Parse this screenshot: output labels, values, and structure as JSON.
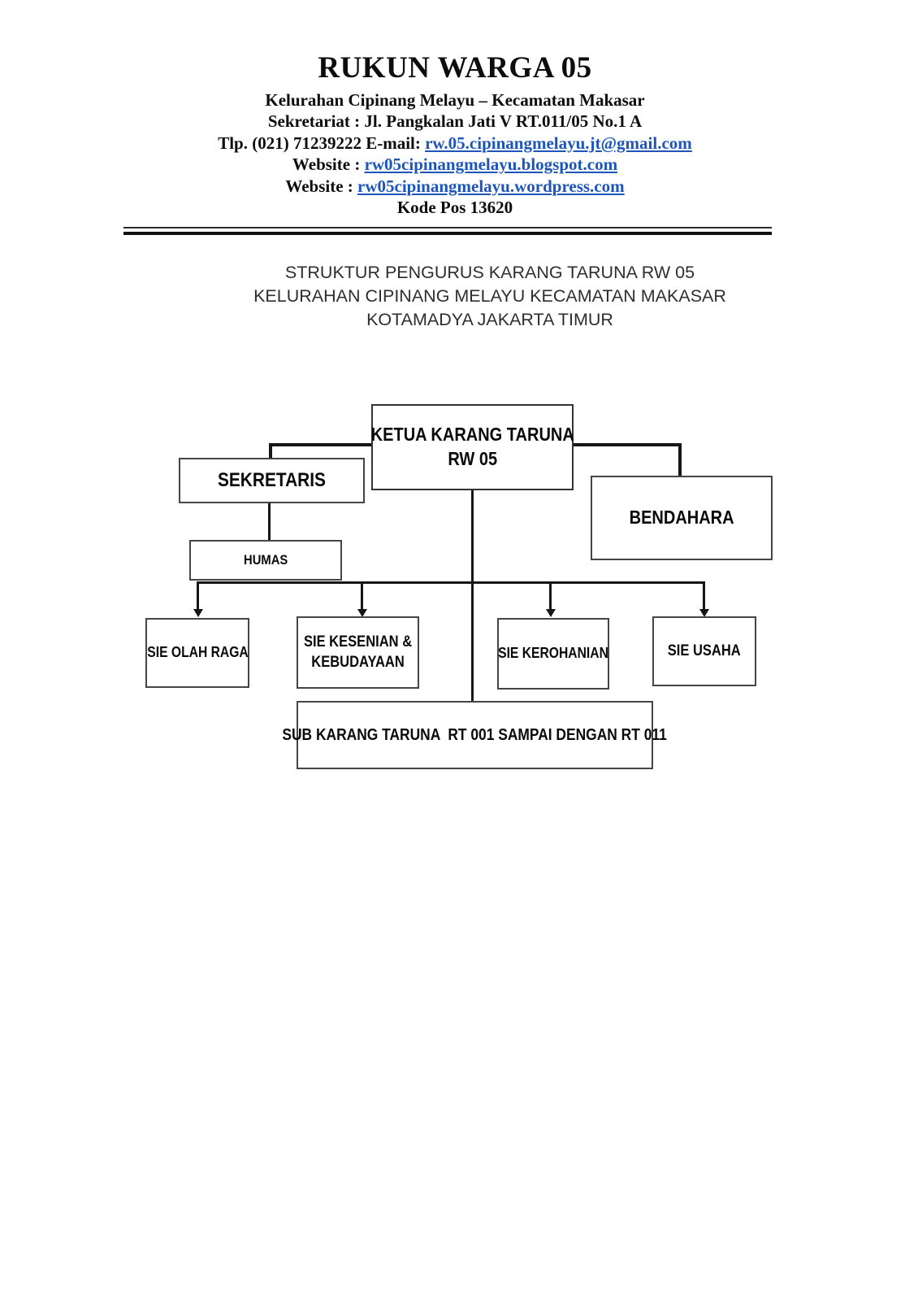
{
  "header": {
    "org_name": "RUKUN WARGA 05",
    "line_kelurahan": "Kelurahan Cipinang Melayu – Kecamatan Makasar",
    "line_sekretariat": "Sekretariat : Jl. Pangkalan Jati V RT.011/05 No.1 A",
    "phone_prefix": "Tlp. (021) 71239222 E-mail: ",
    "email_link": "rw.05.cipinangmelayu.jt@gmail.com",
    "website1_prefix": "Website : ",
    "website1_link": "rw05cipinangmelayu.blogspot.com",
    "website2_prefix": "Website : ",
    "website2_link": "rw05cipinangmelayu.wordpress.com",
    "line_kodepos": "Kode Pos 13620",
    "link_color": "#1d56b8"
  },
  "title_block": {
    "line1": "STRUKTUR PENGURUS KARANG TARUNA RW 05",
    "line2": "KELURAHAN CIPINANG MELAYU KECAMATAN MAKASAR",
    "line3": "KOTAMADYA JAKARTA TIMUR"
  },
  "org_chart": {
    "nodes": {
      "ketua": {
        "label": "KETUA KARANG TARUNA\nRW 05"
      },
      "sekretaris": {
        "label": "SEKRETARIS"
      },
      "bendahara": {
        "label": "BENDAHARA"
      },
      "humas": {
        "label": "HUMAS"
      },
      "sie_olah_raga": {
        "label": "SIE OLAH RAGA"
      },
      "sie_kesenian": {
        "label": "SIE KESENIAN &\nKEBUDAYAAN"
      },
      "sie_kerohanian": {
        "label": "SIE KEROHANIAN"
      },
      "sie_usaha": {
        "label": "SIE USAHA"
      },
      "sub_karang_taruna": {
        "label": "SUB KARANG TARUNA  RT 001 SAMPAI DENGAN RT 011"
      }
    },
    "edges": [
      [
        "ketua",
        "sekretaris"
      ],
      [
        "ketua",
        "bendahara"
      ],
      [
        "sekretaris",
        "humas"
      ],
      [
        "ketua",
        "sie_olah_raga"
      ],
      [
        "ketua",
        "sie_kesenian"
      ],
      [
        "ketua",
        "sie_kerohanian"
      ],
      [
        "ketua",
        "sie_usaha"
      ],
      [
        "ketua",
        "sub_karang_taruna"
      ]
    ],
    "line_color": "#161616"
  }
}
